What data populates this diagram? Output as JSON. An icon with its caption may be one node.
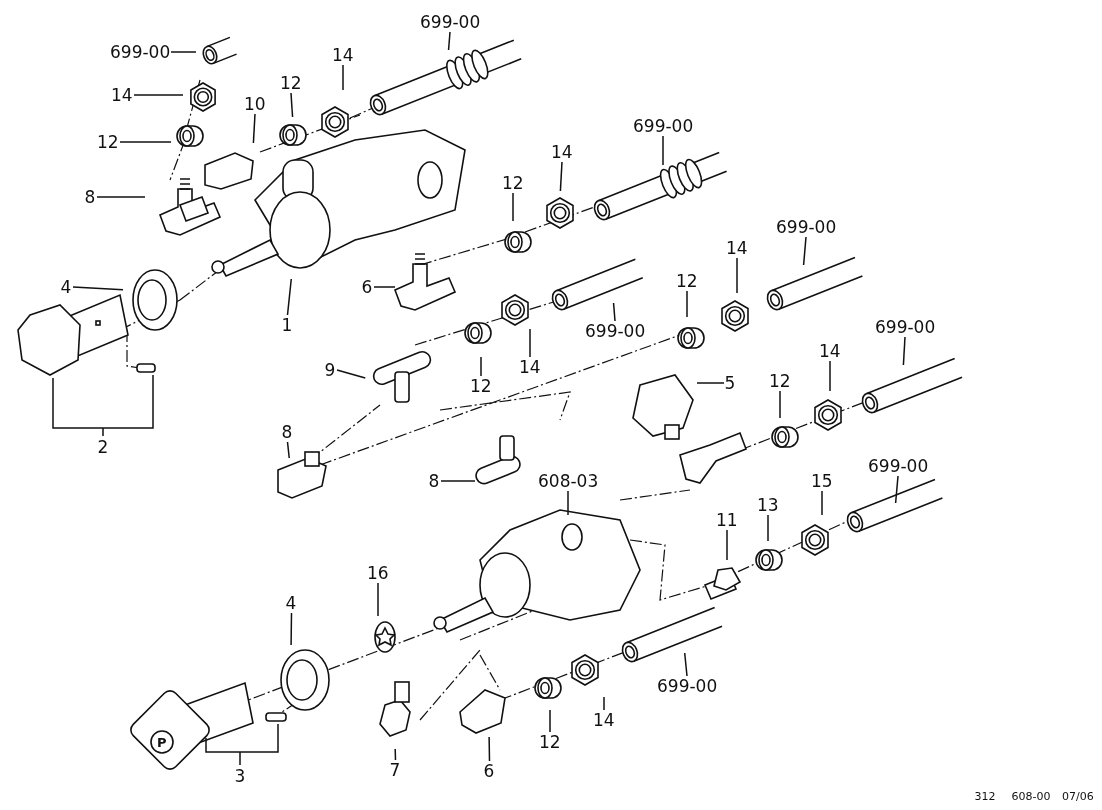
{
  "diagram": {
    "nodes": [
      {
        "text": [
          "699-00"
        ]
      },
      {
        "text": [
          "14"
        ]
      },
      {
        "text": [
          "699-00"
        ]
      },
      {
        "text": [
          "14"
        ]
      },
      {
        "text": [
          "12"
        ]
      },
      {
        "text": [
          "10"
        ]
      },
      {
        "text": [
          "12"
        ]
      },
      {
        "text": [
          "699-00"
        ]
      },
      {
        "text": [
          "14"
        ]
      },
      {
        "text": [
          "8"
        ]
      },
      {
        "text": [
          "12"
        ]
      },
      {
        "text": [
          "699-00"
        ]
      },
      {
        "text": [
          "14"
        ]
      },
      {
        "text": [
          "12"
        ]
      },
      {
        "text": [
          "6"
        ]
      },
      {
        "text": [
          "4"
        ]
      },
      {
        "text": [
          "699-00"
        ]
      },
      {
        "text": [
          "1"
        ]
      },
      {
        "text": [
          "699-00"
        ]
      },
      {
        "text": [
          "9"
        ]
      },
      {
        "text": [
          "14"
        ]
      },
      {
        "text": [
          "12"
        ]
      },
      {
        "text": [
          "14"
        ]
      },
      {
        "text": [
          "12"
        ]
      },
      {
        "text": [
          "5"
        ]
      },
      {
        "text": [
          "2"
        ]
      },
      {
        "text": [
          "8"
        ]
      },
      {
        "text": [
          "699-00"
        ]
      },
      {
        "text": [
          "8"
        ]
      },
      {
        "text": [
          "608-03"
        ]
      },
      {
        "text": [
          "15"
        ]
      },
      {
        "text": [
          "13"
        ]
      },
      {
        "text": [
          "11"
        ]
      },
      {
        "text": [
          "16"
        ]
      },
      {
        "text": [
          "4"
        ]
      },
      {
        "text": [
          "699-00"
        ]
      },
      {
        "text": [
          "14"
        ]
      },
      {
        "text": [
          "12"
        ]
      },
      {
        "text": [
          "3"
        ]
      },
      {
        "text": [
          "7"
        ]
      },
      {
        "text": [
          "6"
        ]
      }
    ],
    "edges": [
      {
        "from": 0,
        "to": null,
        "arrow": "none"
      },
      {
        "from": 1,
        "to": null,
        "arrow": "none"
      },
      {
        "from": 2,
        "to": null,
        "arrow": "none"
      },
      {
        "from": 3,
        "to": null,
        "arrow": "none"
      },
      {
        "from": 4,
        "to": null,
        "arrow": "none"
      },
      {
        "from": 5,
        "to": null,
        "arrow": "none"
      },
      {
        "from": 6,
        "to": null,
        "arrow": "none"
      },
      {
        "from": 7,
        "to": null,
        "arrow": "none"
      },
      {
        "from": 8,
        "to": null,
        "arrow": "none"
      },
      {
        "from": 9,
        "to": null,
        "arrow": "none"
      },
      {
        "from": 10,
        "to": null,
        "arrow": "none"
      },
      {
        "from": 11,
        "to": null,
        "arrow": "none"
      },
      {
        "from": 12,
        "to": null,
        "arrow": "none"
      },
      {
        "from": 13,
        "to": null,
        "arrow": "none"
      },
      {
        "from": 14,
        "to": null,
        "arrow": "none"
      },
      {
        "from": 15,
        "to": null,
        "arrow": "none"
      },
      {
        "from": 16,
        "to": null,
        "arrow": "none"
      },
      {
        "from": 17,
        "to": null,
        "arrow": "none"
      },
      {
        "from": 18,
        "to": null,
        "arrow": "none"
      },
      {
        "from": 19,
        "to": null,
        "arrow": "none"
      },
      {
        "from": 20,
        "to": null,
        "arrow": "none"
      },
      {
        "from": 21,
        "to": null,
        "arrow": "none"
      },
      {
        "from": 22,
        "to": null,
        "arrow": "none"
      },
      {
        "from": 23,
        "to": null,
        "arrow": "none"
      },
      {
        "from": 24,
        "to": null,
        "arrow": "none"
      },
      {
        "from": 26,
        "to": null,
        "arrow": "none"
      },
      {
        "from": 27,
        "to": null,
        "arrow": "none"
      },
      {
        "from": 28,
        "to": null,
        "arrow": "none"
      },
      {
        "from": 29,
        "to": null,
        "arrow": "none"
      },
      {
        "from": 30,
        "to": null,
        "arrow": "none"
      },
      {
        "from": 31,
        "to": null,
        "arrow": "none"
      },
      {
        "from": 32,
        "to": null,
        "arrow": "none"
      },
      {
        "from": 33,
        "to": null,
        "arrow": "none"
      },
      {
        "from": 34,
        "to": null,
        "arrow": "none"
      },
      {
        "from": 35,
        "to": null,
        "arrow": "none"
      },
      {
        "from": 36,
        "to": null,
        "arrow": "none"
      },
      {
        "from": 37,
        "to": null,
        "arrow": "none"
      },
      {
        "from": 39,
        "to": null,
        "arrow": "none"
      },
      {
        "from": 40,
        "to": null,
        "arrow": "none"
      }
    ],
    "labels": [
      "P",
      "312",
      "608-00",
      "07/06"
    ]
  }
}
